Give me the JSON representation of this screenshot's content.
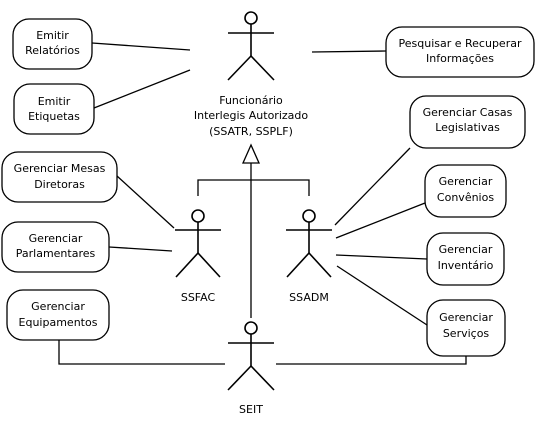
{
  "actors": {
    "funcionario": {
      "lines": [
        "Funcionário",
        "Interlegis Autorizado",
        "(SSATR, SSPLF)"
      ]
    },
    "ssfac": {
      "label": "SSFAC"
    },
    "ssadm": {
      "label": "SSADM"
    },
    "seit": {
      "label": "SEIT"
    }
  },
  "use_cases": {
    "emitir_relatorios": [
      "Emitir",
      "Relatórios"
    ],
    "emitir_etiquetas": [
      "Emitir",
      "Etiquetas"
    ],
    "pesquisar": [
      "Pesquisar e Recuperar",
      "Informações"
    ],
    "mesas": [
      "Gerenciar Mesas",
      "Diretoras"
    ],
    "parlamentares": [
      "Gerenciar",
      "Parlamentares"
    ],
    "equipamentos": [
      "Gerenciar",
      "Equipamentos"
    ],
    "casas": [
      "Gerenciar Casas",
      "Legislativas"
    ],
    "convenios": [
      "Gerenciar",
      "Convênios"
    ],
    "inventario": [
      "Gerenciar",
      "Inventário"
    ],
    "servicos": [
      "Gerenciar",
      "Serviços"
    ]
  }
}
